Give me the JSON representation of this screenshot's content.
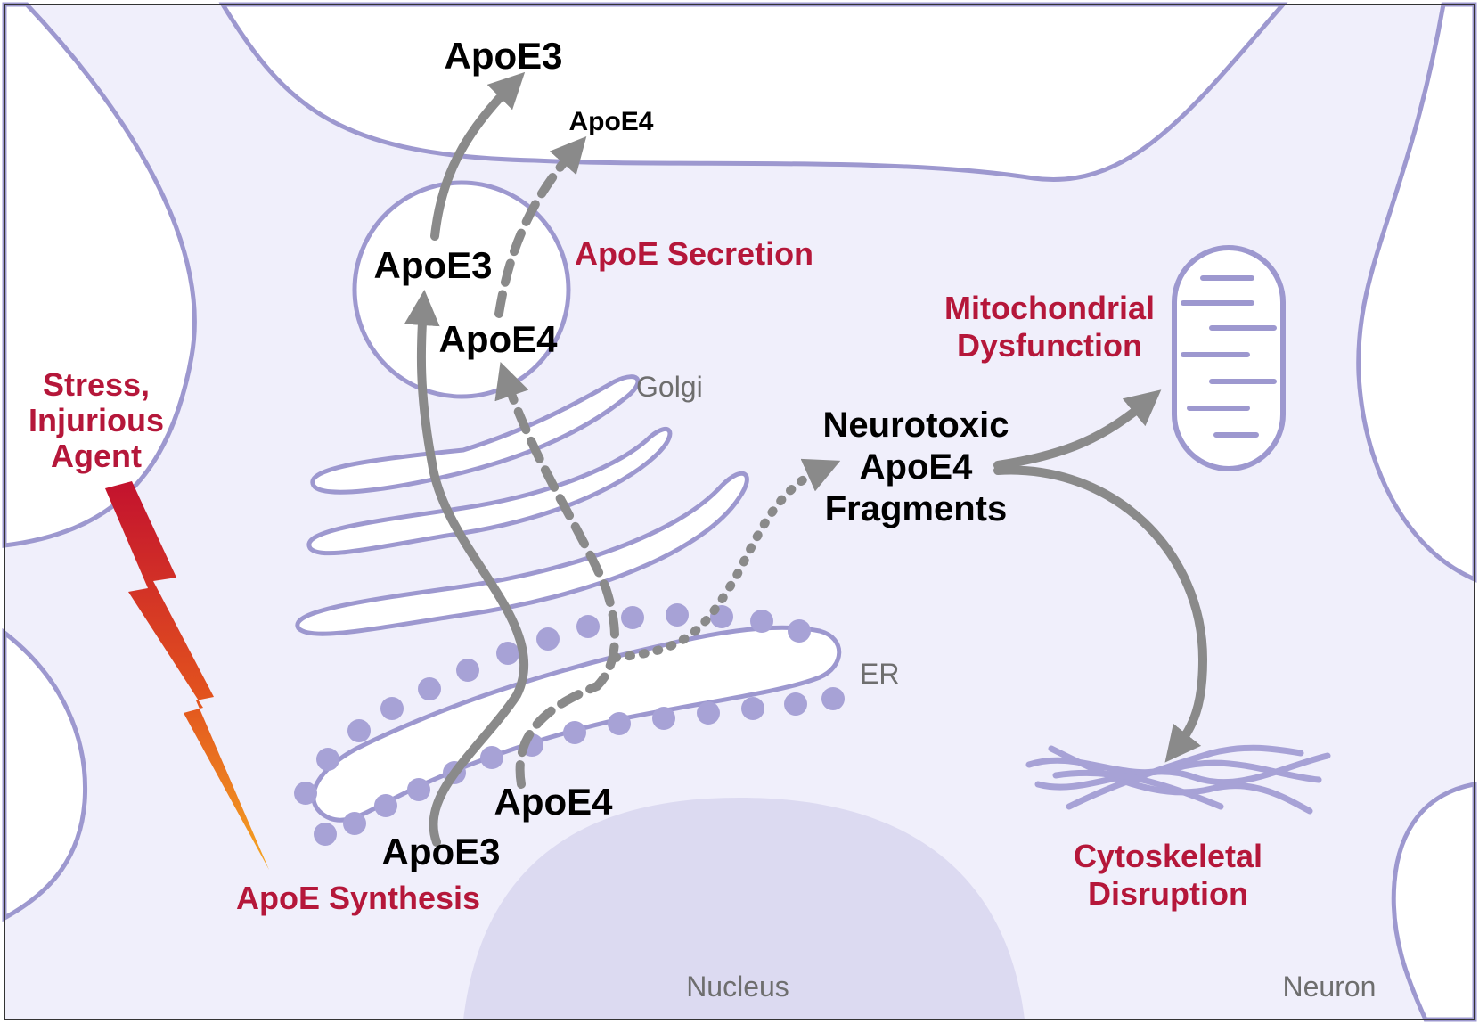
{
  "colors": {
    "background": "#f0effb",
    "membrane": "#9d98cf",
    "nucleus": "#dcdaf1",
    "arrow": "#8a8a8a",
    "label_red": "#b5173a",
    "label_black": "#000000",
    "label_gray": "#6e6e6e"
  },
  "labels": {
    "apoe3_top": "ApoE3",
    "apoe4_top": "ApoE4",
    "apoe3_vesicle": "ApoE3",
    "apoe4_vesicle": "ApoE4",
    "apoe_secretion": "ApoE Secretion",
    "golgi": "Golgi",
    "er": "ER",
    "stress": [
      "Stress,",
      "Injurious",
      "Agent"
    ],
    "neurotoxic": [
      "Neurotoxic",
      "ApoE4",
      "Fragments"
    ],
    "mitochondrial": [
      "Mitochondrial",
      "Dysfunction"
    ],
    "cytoskeletal": [
      "Cytoskeletal",
      "Disruption"
    ],
    "apoe4_er": "ApoE4",
    "apoe3_er": "ApoE3",
    "apoe_synthesis": "ApoE Synthesis",
    "nucleus": "Nucleus",
    "neuron": "Neuron"
  },
  "icons": {
    "lightning": "lightning-bolt-icon",
    "mitochondrion": "mitochondrion-icon",
    "cytoskeleton": "cytoskeleton-filaments-icon"
  }
}
